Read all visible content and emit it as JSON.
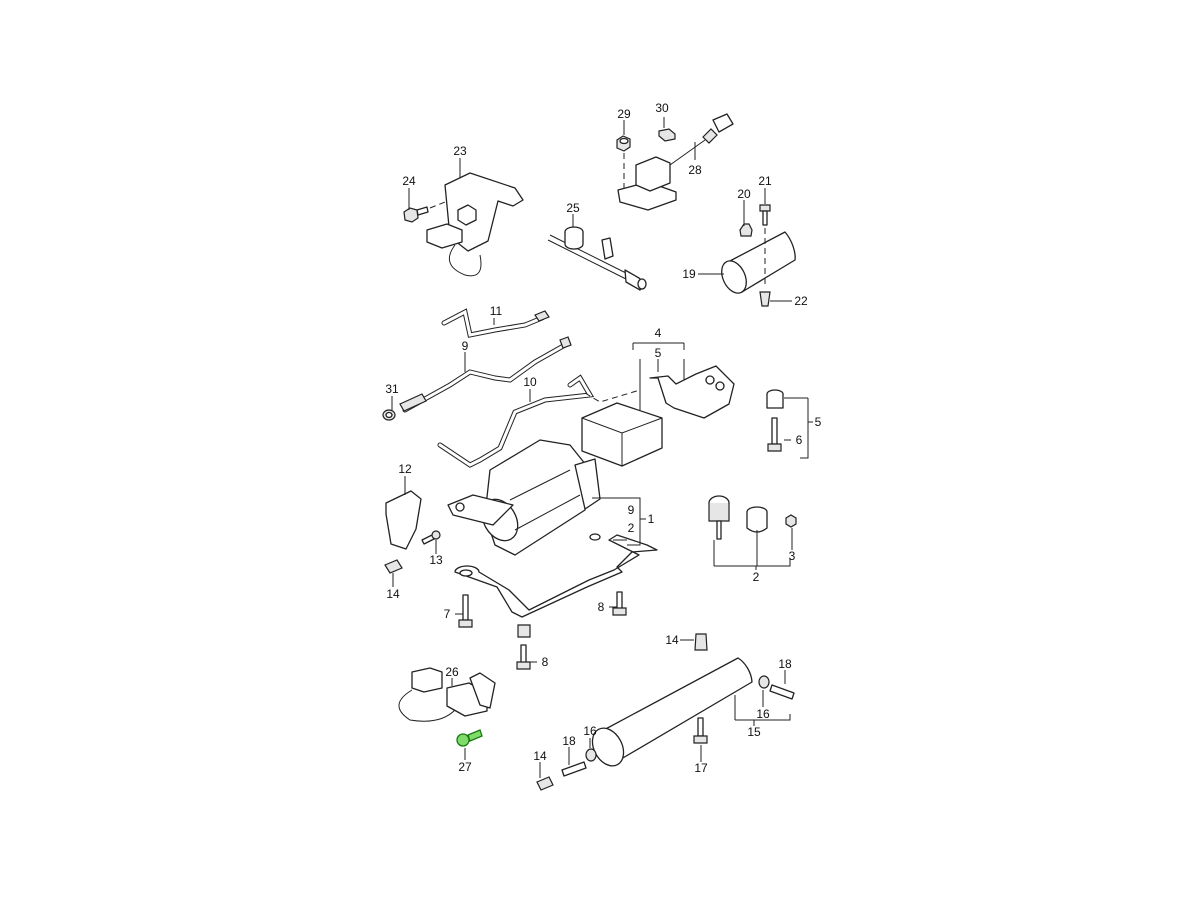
{
  "diagram": {
    "title": "Air suspension compressor assembly parts diagram",
    "highlight_color": "#4caf3a",
    "callouts": [
      "29",
      "30",
      "28",
      "23",
      "24",
      "25",
      "20",
      "21",
      "19",
      "22",
      "11",
      "9",
      "4",
      "5",
      "31",
      "10",
      "5",
      "6",
      "12",
      "9",
      "2",
      "1",
      "13",
      "14",
      "3",
      "2",
      "7",
      "8",
      "8",
      "14",
      "18",
      "26",
      "16",
      "15",
      "16",
      "18",
      "14",
      "27",
      "17"
    ],
    "highlighted_part": "27"
  }
}
